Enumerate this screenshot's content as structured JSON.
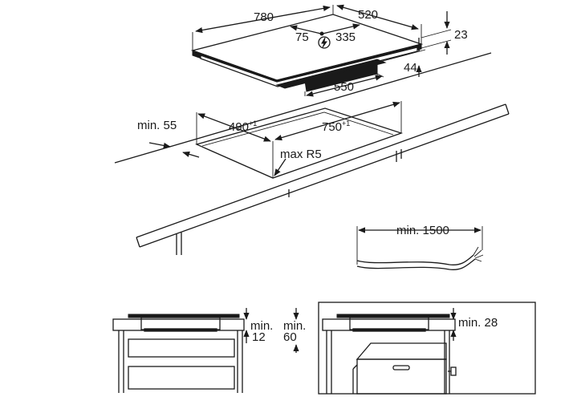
{
  "hob_dims": {
    "width": "780",
    "depth": "520",
    "height": "44",
    "glass": "23",
    "cable_offset_left": "75",
    "cable_offset_right": "335",
    "box_width": "550"
  },
  "cutout": {
    "min_edge": "min. 55",
    "depth": "490",
    "depth_tol": "+1",
    "width": "750",
    "width_tol": "+1",
    "radius": "max R5"
  },
  "cable": {
    "min_length": "min. 1500"
  },
  "clearance_left": {
    "label_a_line1": "min.",
    "label_a_line2": "12",
    "label_b_line1": "min.",
    "label_b_line2": "60"
  },
  "clearance_right": {
    "label": "min. 28"
  },
  "icons": {
    "power": "power-lightning-icon"
  }
}
